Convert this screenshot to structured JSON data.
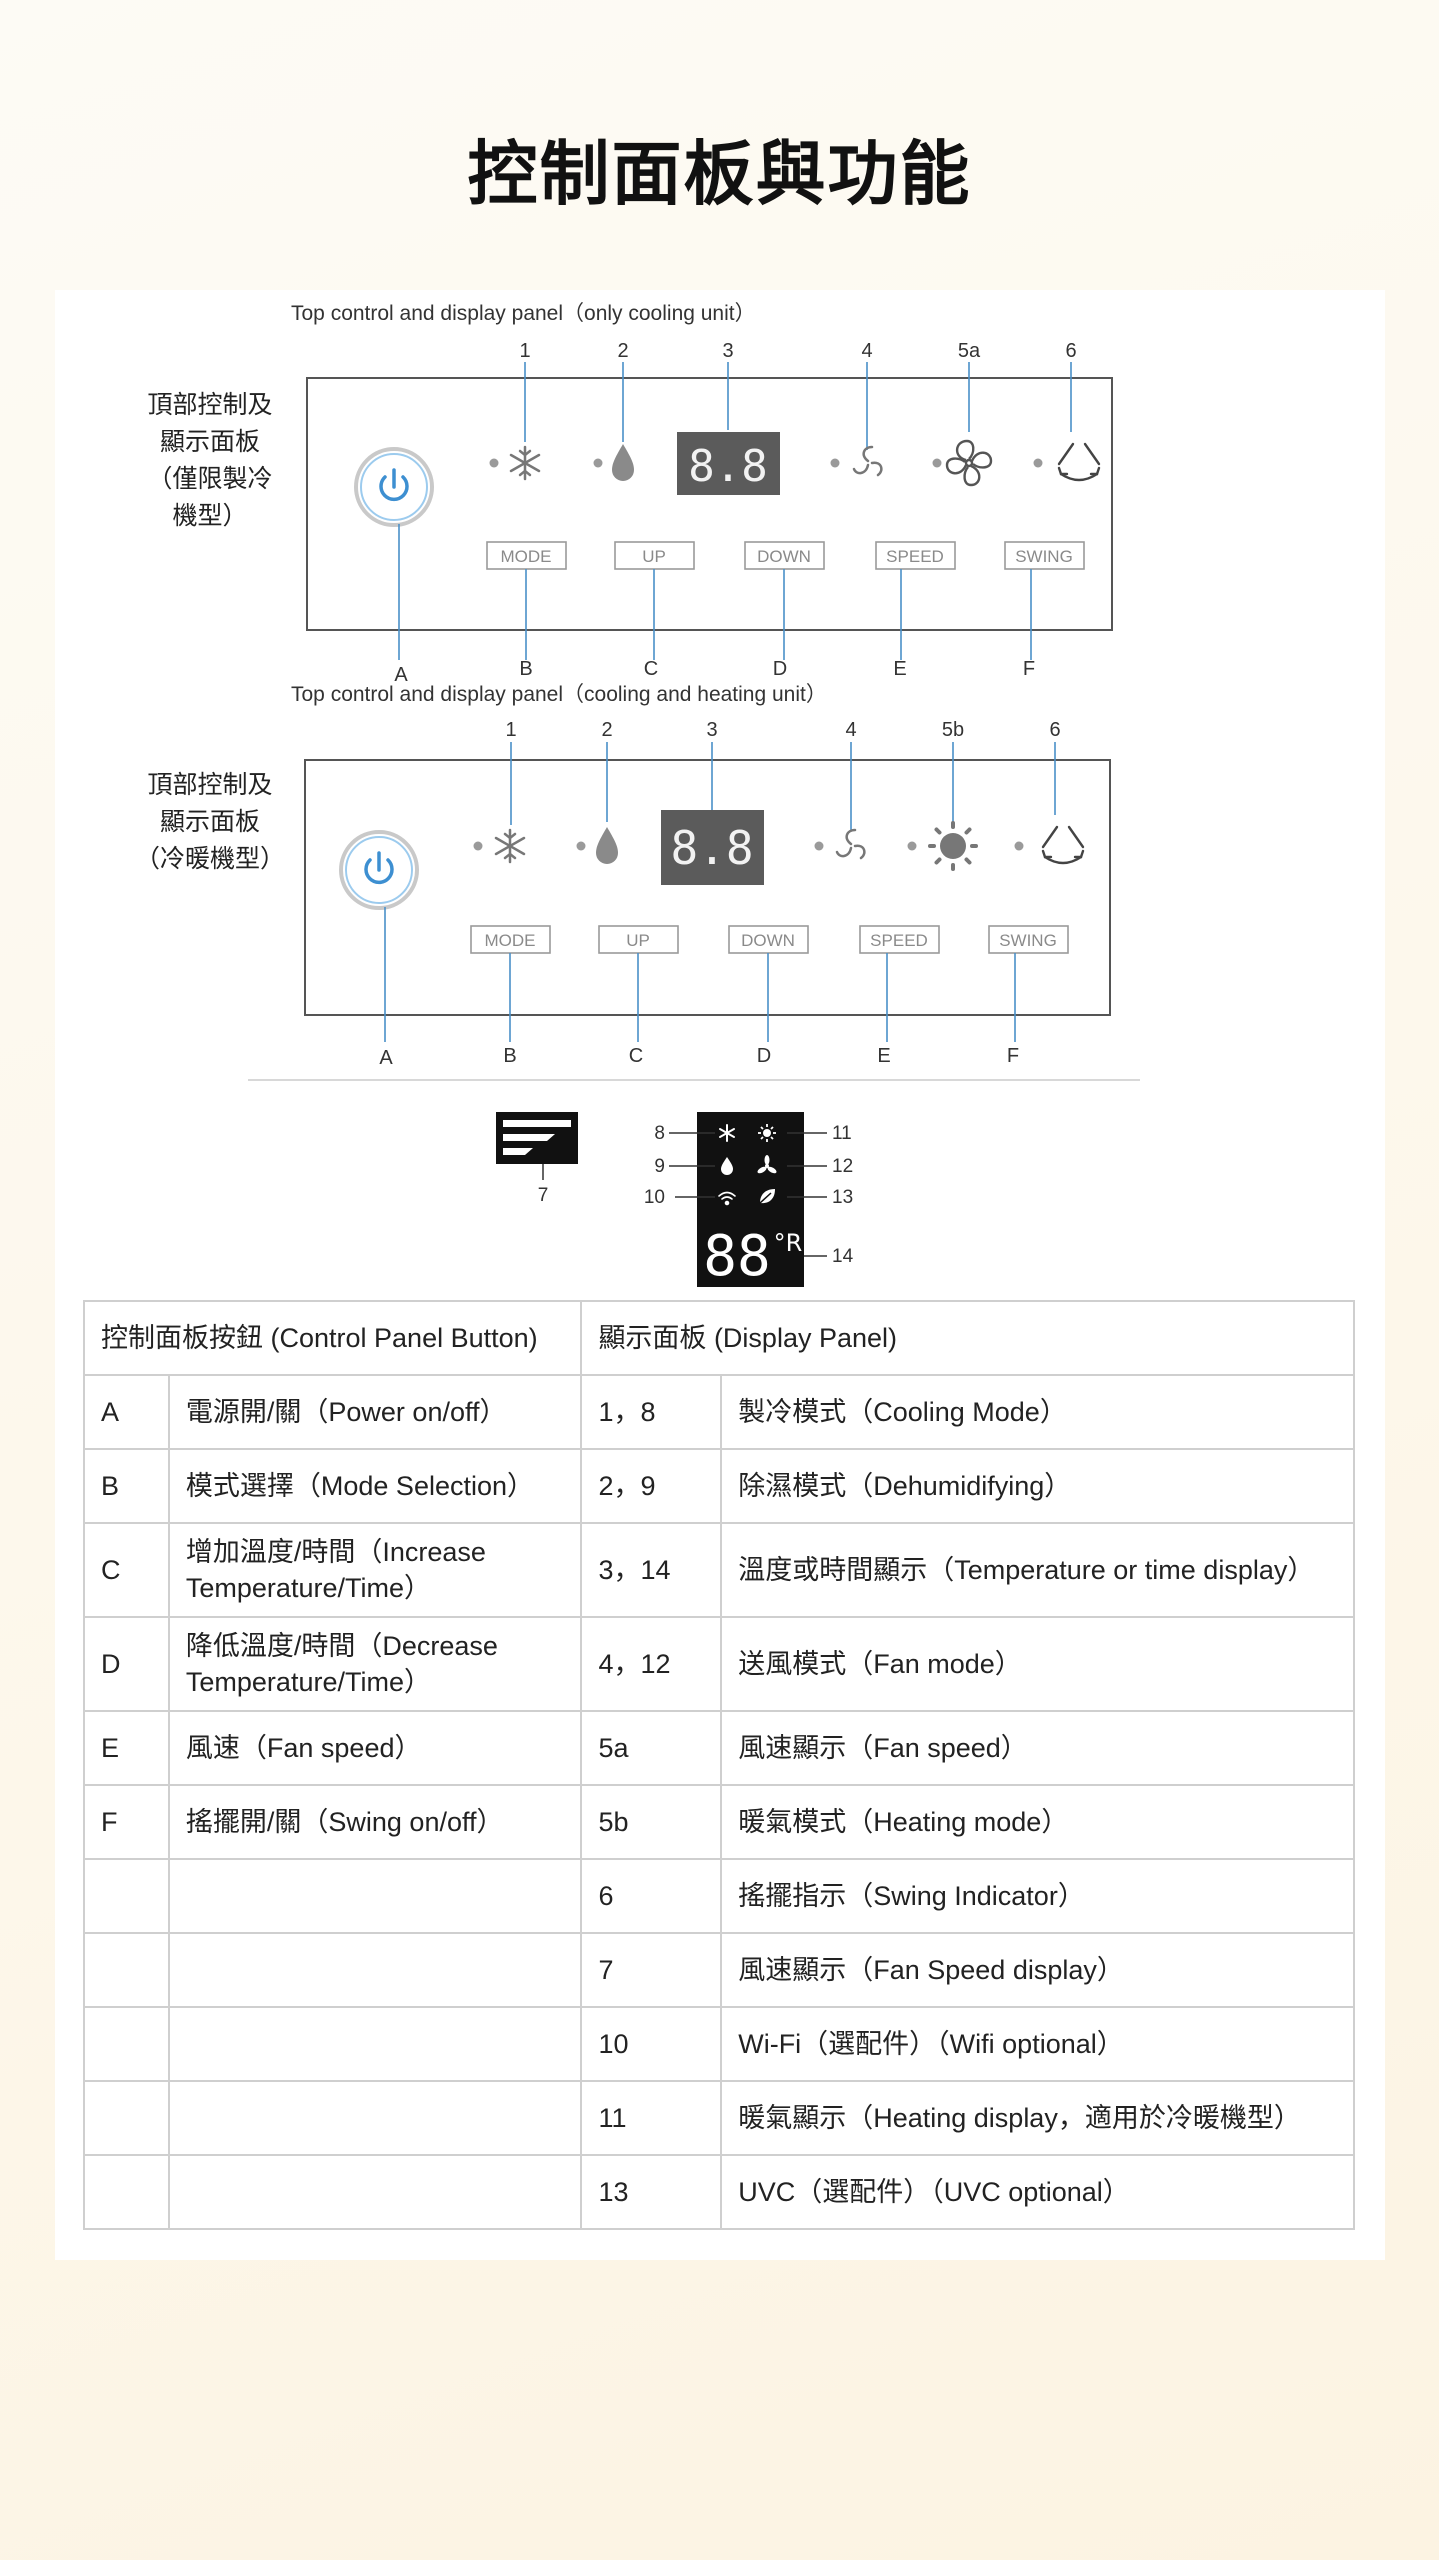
{
  "page_title": "控制面板與功能",
  "panel_cooling": {
    "caption": "Top control and display panel（only cooling unit）",
    "side_label": [
      "頂部控制及",
      "顯示面板",
      "（僅限製冷",
      "機型）"
    ],
    "top_numbers": [
      "1",
      "2",
      "3",
      "4",
      "5a",
      "6"
    ],
    "display": "8.8",
    "buttons": [
      "MODE",
      "UP",
      "DOWN",
      "SPEED",
      "SWING"
    ],
    "bottom_letters": [
      "A",
      "B",
      "C",
      "D",
      "E",
      "F"
    ]
  },
  "panel_heating": {
    "caption": "Top control and display panel（cooling and heating unit）",
    "side_label": [
      "頂部控制及",
      "顯示面板",
      "（冷暖機型）"
    ],
    "top_numbers": [
      "1",
      "2",
      "3",
      "4",
      "5b",
      "6"
    ],
    "display": "8.8",
    "buttons": [
      "MODE",
      "UP",
      "DOWN",
      "SPEED",
      "SWING"
    ],
    "bottom_letters": [
      "A",
      "B",
      "C",
      "D",
      "E",
      "F"
    ]
  },
  "display_detail": {
    "fan_label": "7",
    "left_numbers": [
      "8",
      "9",
      "10"
    ],
    "right_numbers": [
      "11",
      "12",
      "13",
      "14"
    ],
    "digits": "88",
    "unit": "°R"
  },
  "table": {
    "header_left": "控制面板按鈕 (Control Panel Button)",
    "header_right": "顯示面板 (Display Panel)",
    "rows": [
      {
        "key": "A",
        "button": "電源開/關（Power on/off）",
        "num": "1，8",
        "display": "製冷模式（Cooling Mode）"
      },
      {
        "key": "B",
        "button": "模式選擇（Mode Selection）",
        "num": "2，9",
        "display": "除濕模式（Dehumidifying）"
      },
      {
        "key": "C",
        "button": "增加溫度/時間（Increase Temperature/Time）",
        "num": "3，14",
        "display": "溫度或時間顯示（Temperature or time display）"
      },
      {
        "key": "D",
        "button": "降低溫度/時間（Decrease Temperature/Time）",
        "num": "4，12",
        "display": "送風模式（Fan mode）"
      },
      {
        "key": "E",
        "button": "風速（Fan speed）",
        "num": "5a",
        "display": "風速顯示（Fan speed）"
      },
      {
        "key": "F",
        "button": "搖擺開/關（Swing on/off）",
        "num": "5b",
        "display": "暖氣模式（Heating mode）"
      },
      {
        "key": "",
        "button": "",
        "num": "6",
        "display": "搖擺指示（Swing Indicator）"
      },
      {
        "key": "",
        "button": "",
        "num": "7",
        "display": "風速顯示（Fan Speed display）"
      },
      {
        "key": "",
        "button": "",
        "num": "10",
        "display": "Wi-Fi（選配件）（Wifi optional）"
      },
      {
        "key": "",
        "button": "",
        "num": "11",
        "display": "暖氣顯示（Heating display，適用於冷暖機型）"
      },
      {
        "key": "",
        "button": "",
        "num": "13",
        "display": "UVC（選配件）（UVC optional）"
      }
    ]
  },
  "colors": {
    "power_ring": "#3d8fd1",
    "lead_line": "#4a90c8",
    "panel_border": "#555555",
    "display_bg": "#5b5b5b",
    "display_detail_bg": "#111111"
  }
}
